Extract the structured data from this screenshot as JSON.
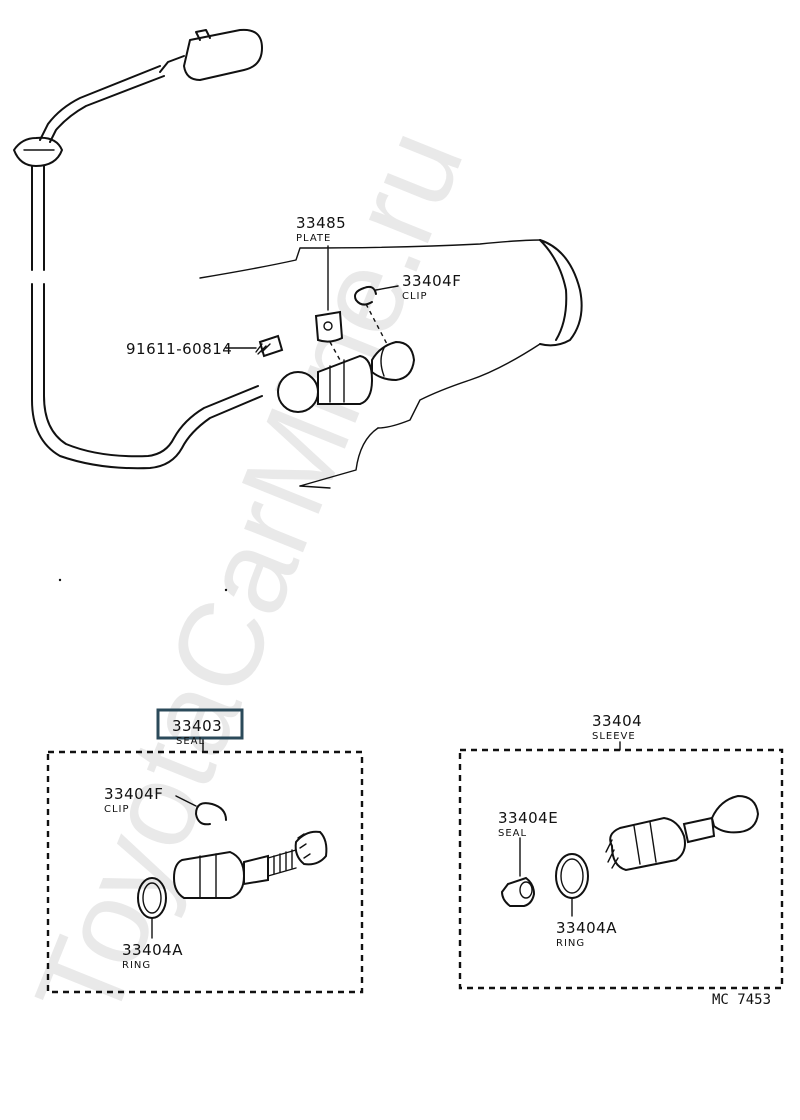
{
  "watermark": "ToyotaCarMine.ru",
  "drawing_ref": "MC  7453",
  "upper_assembly": {
    "plate": {
      "number": "33485",
      "name": "PLATE"
    },
    "clip": {
      "number": "33404F",
      "name": "CLIP"
    },
    "bolt": {
      "number": "91611-60814"
    }
  },
  "seal_group": {
    "number": "33403",
    "name": "SEAL",
    "highlight_color": "#2b4a5a",
    "clip": {
      "number": "33404F",
      "name": "CLIP"
    },
    "ring": {
      "number": "33404A",
      "name": "RING"
    }
  },
  "sleeve_group": {
    "number": "33404",
    "name": "SLEEVE",
    "seal": {
      "number": "33404E",
      "name": "SEAL"
    },
    "ring": {
      "number": "33404A",
      "name": "RING"
    }
  }
}
